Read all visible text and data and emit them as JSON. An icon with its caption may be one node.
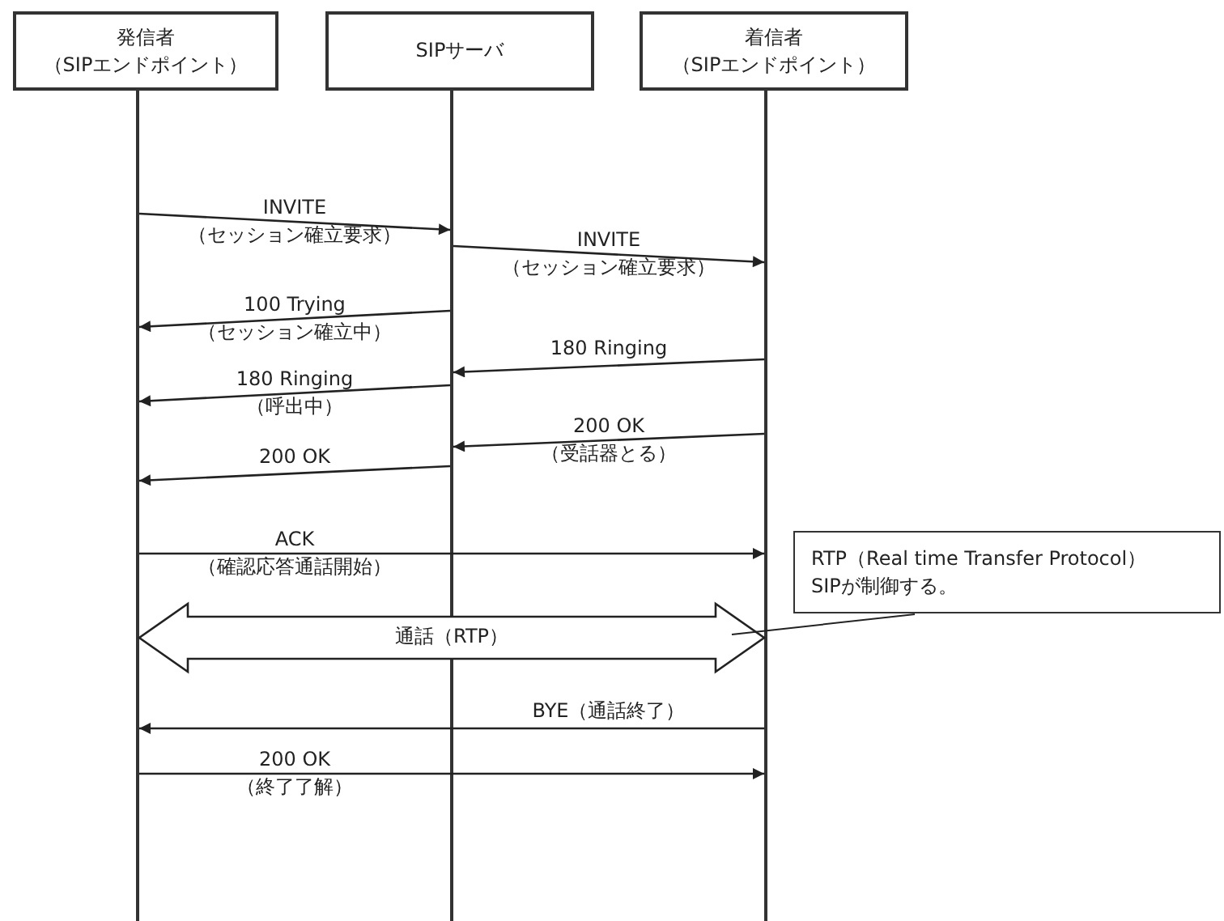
{
  "diagram": {
    "nodes": [
      {
        "text": [
          "発信者",
          "（SIPエンドポイント）"
        ]
      },
      {
        "text": [
          "SIPサーバ"
        ]
      },
      {
        "text": [
          "着信者",
          "（SIPエンドポイント）"
        ]
      },
      {
        "text": [],
        "shape": "bar"
      },
      {
        "text": [],
        "shape": "bar"
      },
      {
        "text": [],
        "shape": "bar"
      },
      {
        "text": [
          "RTP（Real time Transfer Protocol）",
          "SIPが制御する。"
        ]
      }
    ],
    "edges": [
      {
        "from": 3,
        "to": 4,
        "arrow": "to",
        "label": "INVITE （セッション確立要求）"
      },
      {
        "from": 4,
        "to": 5,
        "arrow": "to",
        "label": "INVITE （セッション確立要求）"
      },
      {
        "from": 4,
        "to": 3,
        "arrow": "to",
        "label": "100 Trying （セッション確立中）"
      },
      {
        "from": 5,
        "to": 4,
        "arrow": "to",
        "label": "180 Ringing"
      },
      {
        "from": 4,
        "to": 3,
        "arrow": "to",
        "label": "180 Ringing （呼出中）"
      },
      {
        "from": 5,
        "to": 4,
        "arrow": "to",
        "label": "200 OK （受話器とる）"
      },
      {
        "from": 4,
        "to": 3,
        "arrow": "to",
        "label": "200 OK"
      },
      {
        "from": 3,
        "to": 5,
        "arrow": "to",
        "label": "ACK （確認応答通話開始）"
      },
      {
        "from": 3,
        "to": 5,
        "arrow": "both",
        "label": "通話（RTP）",
        "style": "thick"
      },
      {
        "from": 5,
        "to": 3,
        "arrow": "to",
        "label": "BYE（通話終了）"
      },
      {
        "from": 3,
        "to": 5,
        "arrow": "to",
        "label": "200 OK （終了了解）"
      },
      {
        "from": 6,
        "to": null,
        "arrow": "none"
      }
    ]
  }
}
